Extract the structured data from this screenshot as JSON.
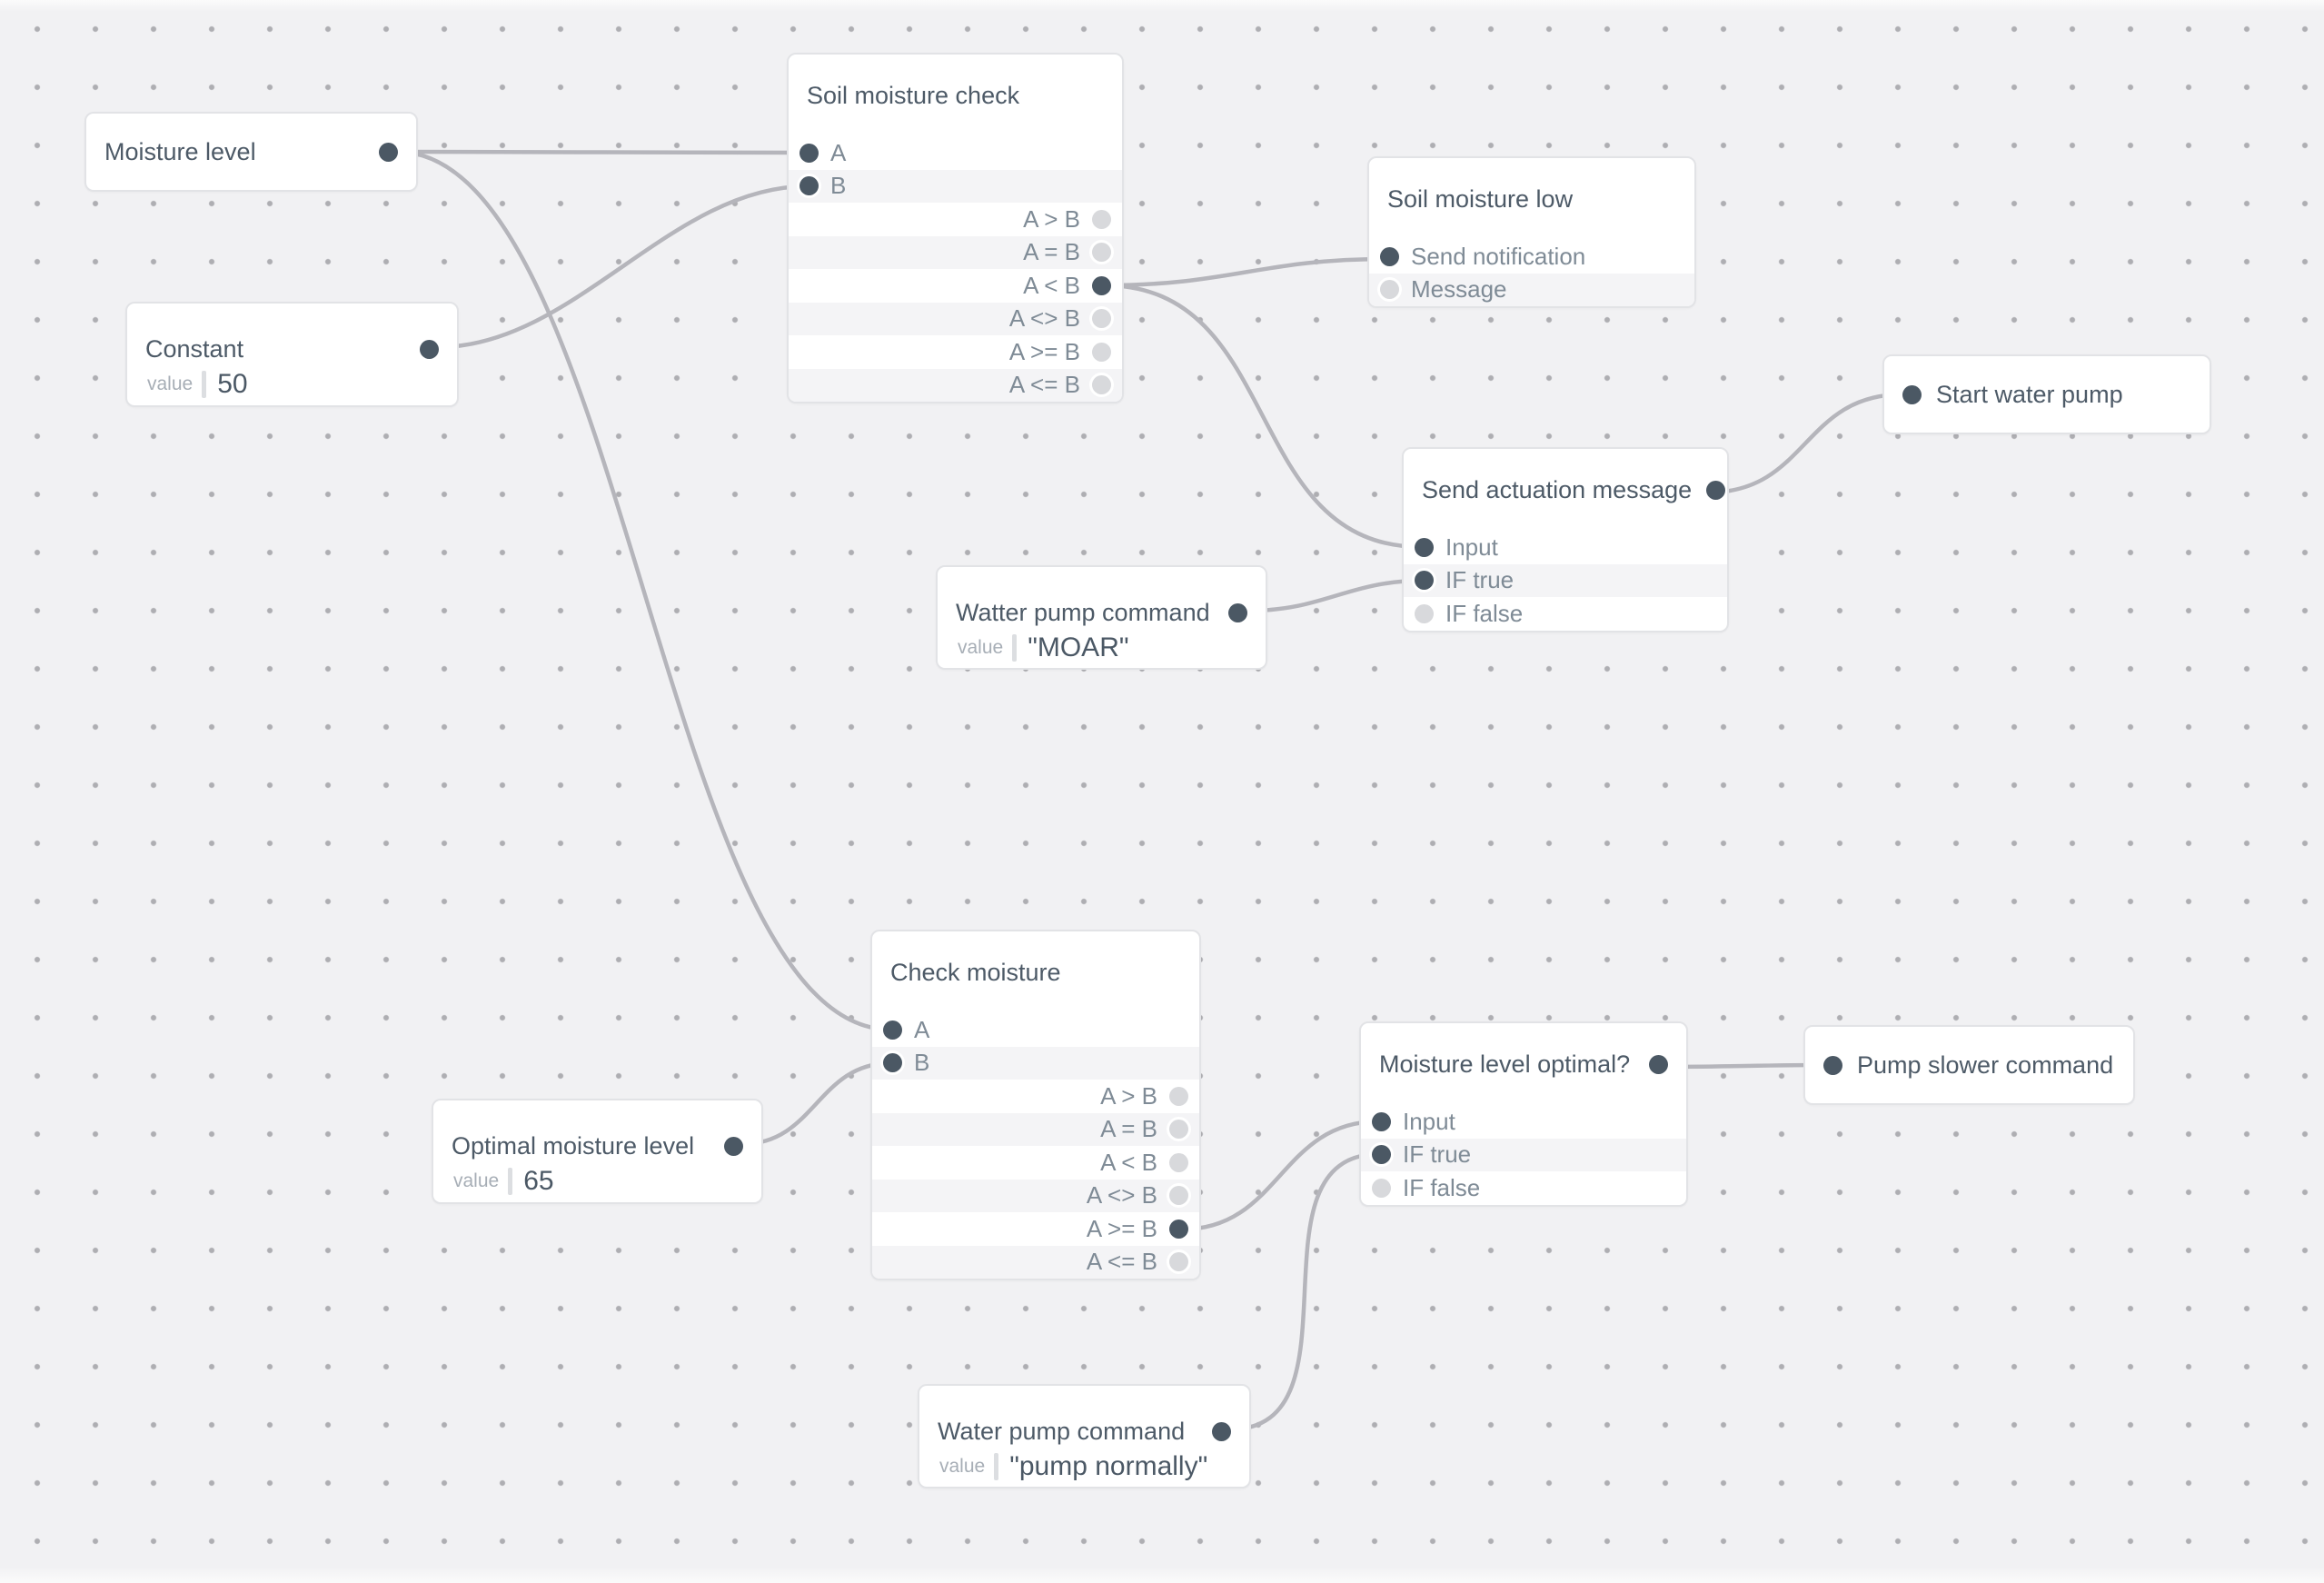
{
  "canvas": {
    "background_color": "#f1f1f3",
    "dot_color": "#aeaeb2",
    "wire_color": "#b5b5bb",
    "port_connected_color": "#4b5864",
    "port_unconnected_color": "#d8d9dc"
  },
  "nodes": [
    {
      "id": "moisture-level",
      "title": "Moisture level"
    },
    {
      "id": "constant",
      "title": "Constant",
      "value_label": "value",
      "value": "50"
    },
    {
      "id": "soil-moisture-check",
      "title": "Soil moisture check",
      "inputs": [
        "A",
        "B"
      ],
      "outputs": [
        "A > B",
        "A = B",
        "A < B",
        "A <> B",
        "A >= B",
        "A <= B"
      ],
      "connected_output": "A < B"
    },
    {
      "id": "soil-moisture-low",
      "title": "Soil moisture low",
      "inputs": [
        "Send notification",
        "Message"
      ],
      "connected_inputs": [
        "Send notification"
      ]
    },
    {
      "id": "watter-pump-command",
      "title": "Watter pump command",
      "value_label": "value",
      "value": "\"MOAR\""
    },
    {
      "id": "send-actuation-message",
      "title": "Send actuation message",
      "inputs": [
        "Input",
        "IF true",
        "IF false"
      ],
      "connected_inputs": [
        "Input",
        "IF true"
      ]
    },
    {
      "id": "start-water-pump",
      "title": "Start water pump"
    },
    {
      "id": "check-moisture",
      "title": "Check moisture",
      "inputs": [
        "A",
        "B"
      ],
      "outputs": [
        "A > B",
        "A = B",
        "A < B",
        "A <> B",
        "A >= B",
        "A <= B"
      ],
      "connected_output": "A >= B"
    },
    {
      "id": "optimal-moisture-level",
      "title": "Optimal moisture level",
      "value_label": "value",
      "value": "65"
    },
    {
      "id": "moisture-level-optimal",
      "title": "Moisture level optimal?",
      "inputs": [
        "Input",
        "IF true",
        "IF false"
      ],
      "connected_inputs": [
        "Input",
        "IF true"
      ]
    },
    {
      "id": "pump-slower-command",
      "title": "Pump slower command"
    },
    {
      "id": "water-pump-command",
      "title": "Water pump command",
      "value_label": "value",
      "value": "\"pump normally\""
    }
  ],
  "edges": [
    {
      "from": "Moisture level.out",
      "to": "Soil moisture check.A"
    },
    {
      "from": "Moisture level.out",
      "to": "Check moisture.A"
    },
    {
      "from": "Constant.out",
      "to": "Soil moisture check.B"
    },
    {
      "from": "Soil moisture check.A < B",
      "to": "Soil moisture low.Send notification"
    },
    {
      "from": "Soil moisture check.A < B",
      "to": "Send actuation message.Input"
    },
    {
      "from": "Watter pump command.out",
      "to": "Send actuation message.IF true"
    },
    {
      "from": "Send actuation message.out",
      "to": "Start water pump.in"
    },
    {
      "from": "Optimal moisture level.out",
      "to": "Check moisture.B"
    },
    {
      "from": "Check moisture.A >= B",
      "to": "Moisture level optimal?.Input"
    },
    {
      "from": "Water pump command.out",
      "to": "Moisture level optimal?.IF true"
    },
    {
      "from": "Moisture level optimal?.out",
      "to": "Pump slower command.in"
    }
  ]
}
